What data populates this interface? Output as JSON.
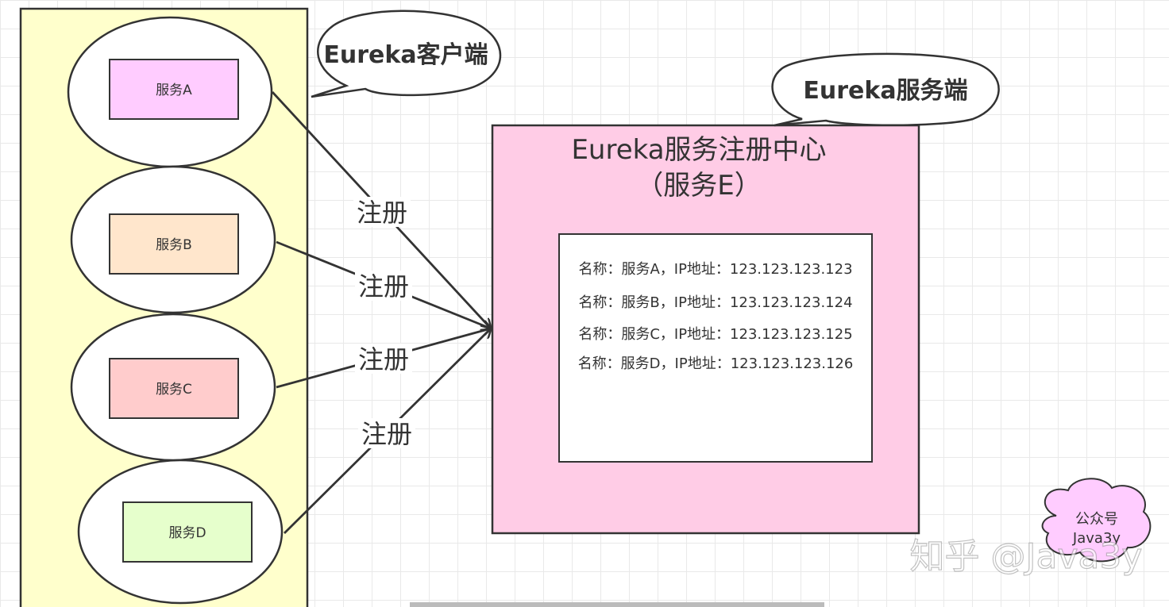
{
  "client": {
    "callout": "Eureka客户端",
    "services": [
      {
        "label": "服务A",
        "fill": "#ffccff"
      },
      {
        "label": "服务B",
        "fill": "#ffe6cc"
      },
      {
        "label": "服务C",
        "fill": "#ffcccc"
      },
      {
        "label": "服务D",
        "fill": "#e6ffcc"
      }
    ],
    "panel_fill": "#ffffcc"
  },
  "server": {
    "callout": "Eureka服务端",
    "title_line1": "Eureka服务注册中心",
    "title_line2": "（服务E）",
    "panel_fill": "#ffcce6",
    "registry": [
      "名称：服务A，IP地址：123.123.123.123",
      "名称：服务B，IP地址：123.123.123.124",
      "名称：服务C，IP地址：123.123.123.125",
      "名称：服务D，IP地址：123.123.123.126"
    ]
  },
  "edges": [
    {
      "label": "注册"
    },
    {
      "label": "注册"
    },
    {
      "label": "注册"
    },
    {
      "label": "注册"
    }
  ],
  "badge": {
    "line1": "公众号",
    "line2": "Java3y",
    "fill": "#ffccff"
  },
  "watermark": "知乎 @Java3y"
}
